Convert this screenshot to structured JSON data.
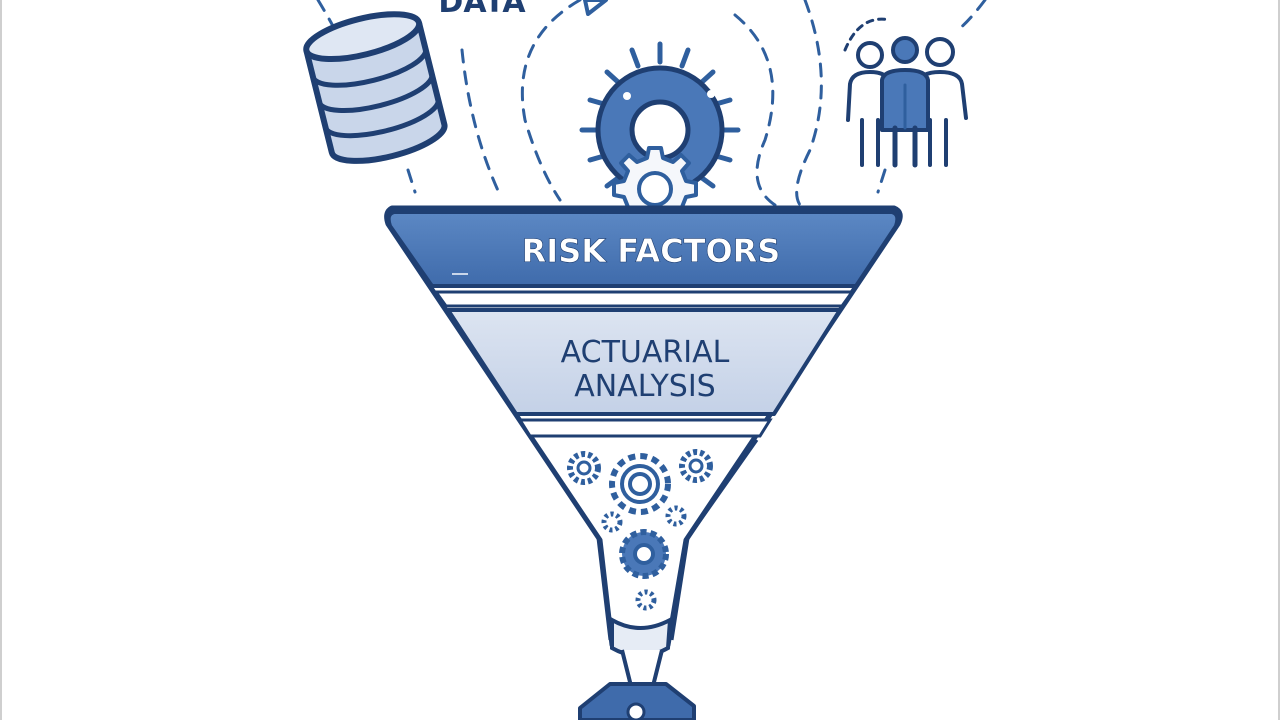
{
  "diagram": {
    "top_label": "DATA",
    "stage1_label": "RISK FACTORS",
    "stage2_line1": "ACTUARIAL",
    "stage2_line2": "ANALYSIS"
  },
  "colors": {
    "primary": "#2f5f9e",
    "primary_dark": "#1f3f72",
    "light": "#c9d6ea",
    "mid": "#4f7fc0",
    "pale": "#e6ecf5"
  },
  "icons": [
    "database-icon",
    "gear-icon",
    "people-icon",
    "gears-cluster-icon",
    "tag-icon",
    "arrow-icon"
  ]
}
